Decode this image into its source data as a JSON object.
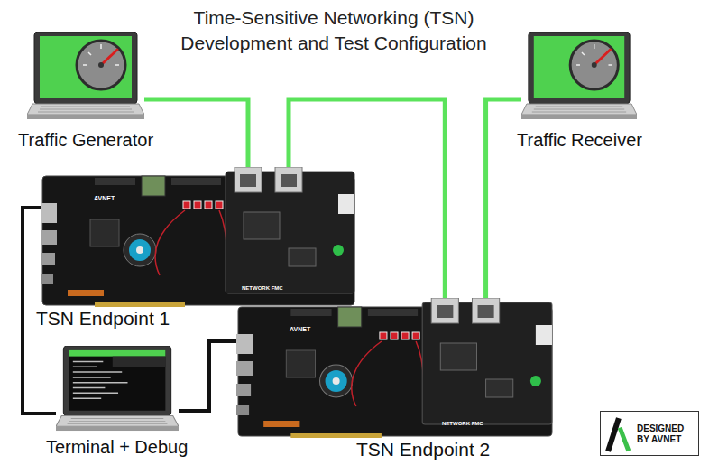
{
  "diagram": {
    "title": "Time-Sensitive Networking (TSN) Development and Test Configuration",
    "nodes": [
      {
        "text": [
          "Traffic Generator"
        ]
      },
      {
        "text": [
          "Traffic Receiver"
        ]
      },
      {
        "text": [
          "TSN Endpoint 1"
        ]
      },
      {
        "text": [
          "TSN Endpoint 2"
        ]
      },
      {
        "text": [
          "Terminal + Debug"
        ]
      },
      {
        "text": [
          "DESIGNED BY AVNET"
        ]
      }
    ],
    "edges": [
      {
        "from": 0,
        "to": 2,
        "arrow": "none"
      },
      {
        "from": 2,
        "to": 3,
        "arrow": "none"
      },
      {
        "from": 1,
        "to": 3,
        "arrow": "none"
      },
      {
        "from": 4,
        "to": 2,
        "arrow": "none"
      },
      {
        "from": 4,
        "to": 3,
        "arrow": "none"
      }
    ],
    "labels": [
      "AVNET",
      "NETWORK FMC",
      "AVNET",
      "NETWORK FMC"
    ]
  }
}
